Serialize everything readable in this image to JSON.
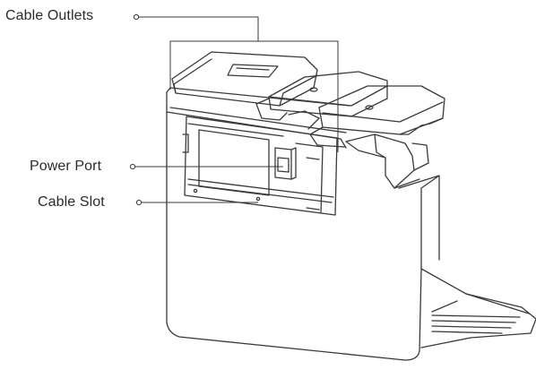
{
  "callouts": {
    "cable_outlets": "Cable Outlets",
    "power_port": "Power Port",
    "cable_slot": "Cable Slot"
  },
  "colors": {
    "line": "#3a3a3a",
    "text": "#2b2b2b",
    "background": "#ffffff"
  }
}
